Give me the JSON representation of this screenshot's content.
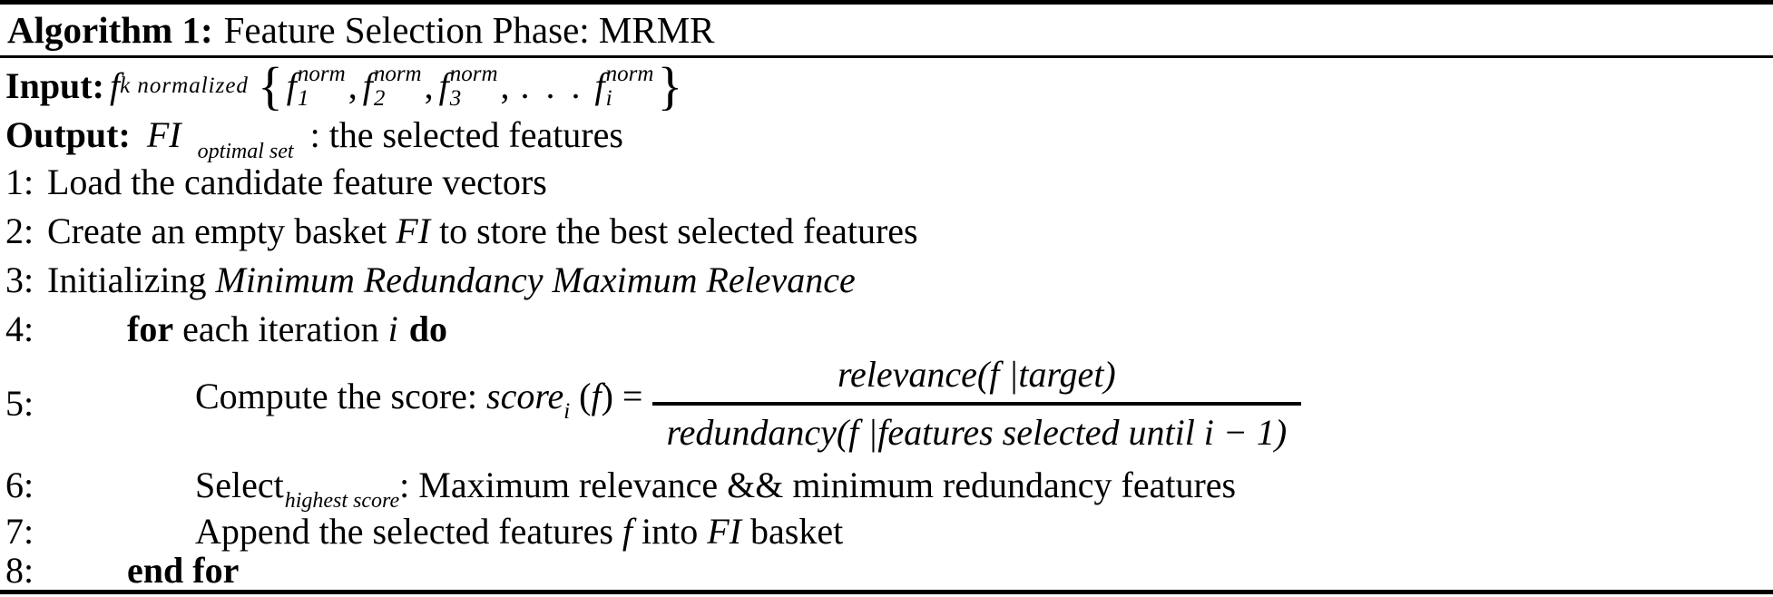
{
  "doc": {
    "title": {
      "label": "Algorithm 1:",
      "text": "Feature Selection Phase: MRMR"
    },
    "input": {
      "label": "Input:",
      "f_base": "f",
      "f_sub": "k normalized",
      "brace_open": "{",
      "f1": {
        "base": "f",
        "sup": "norm",
        "sub": "1"
      },
      "f2": {
        "base": "f",
        "sup": "norm",
        "sub": "2"
      },
      "f3": {
        "base": "f",
        "sup": "norm",
        "sub": "3"
      },
      "fi": {
        "base": "f",
        "sup": "norm",
        "sub": "i"
      },
      "comma": ",",
      "ellipsis": ". . .",
      "brace_close": "}"
    },
    "output": {
      "label": "Output:",
      "var": "FI",
      "sub": "optimal set",
      "rest": ": the selected features"
    },
    "steps": {
      "s1": {
        "num": "1:",
        "text": "Load the candidate feature vectors"
      },
      "s2": {
        "num": "2:",
        "pre": "Create an empty basket ",
        "var": "FI",
        "post": " to store the best selected features"
      },
      "s3": {
        "num": "3:",
        "pre": "Initializing ",
        "emph": "Minimum Redundancy Maximum Relevance"
      },
      "s4": {
        "num": "4:",
        "kw_for": "for",
        "mid": " each iteration ",
        "var": "i",
        "kw_do": "do"
      },
      "s5": {
        "num": "5:",
        "pre": "Compute the score: ",
        "score": "score",
        "score_sub": "i",
        "paren_open": " (",
        "f": "f",
        "eq": ") = ",
        "numerator": "relevance(f |target)",
        "denominator": "redundancy(f |features selected until i − 1)"
      },
      "s6": {
        "num": "6:",
        "select": "Select",
        "sub": "highest score",
        "post": ": Maximum relevance && minimum redundancy features"
      },
      "s7": {
        "num": "7:",
        "pre": "Append the selected features ",
        "f": "f",
        "mid": " into ",
        "var": "FI",
        "post": " basket"
      },
      "s8": {
        "num": "8:",
        "kw": "end for"
      }
    }
  }
}
